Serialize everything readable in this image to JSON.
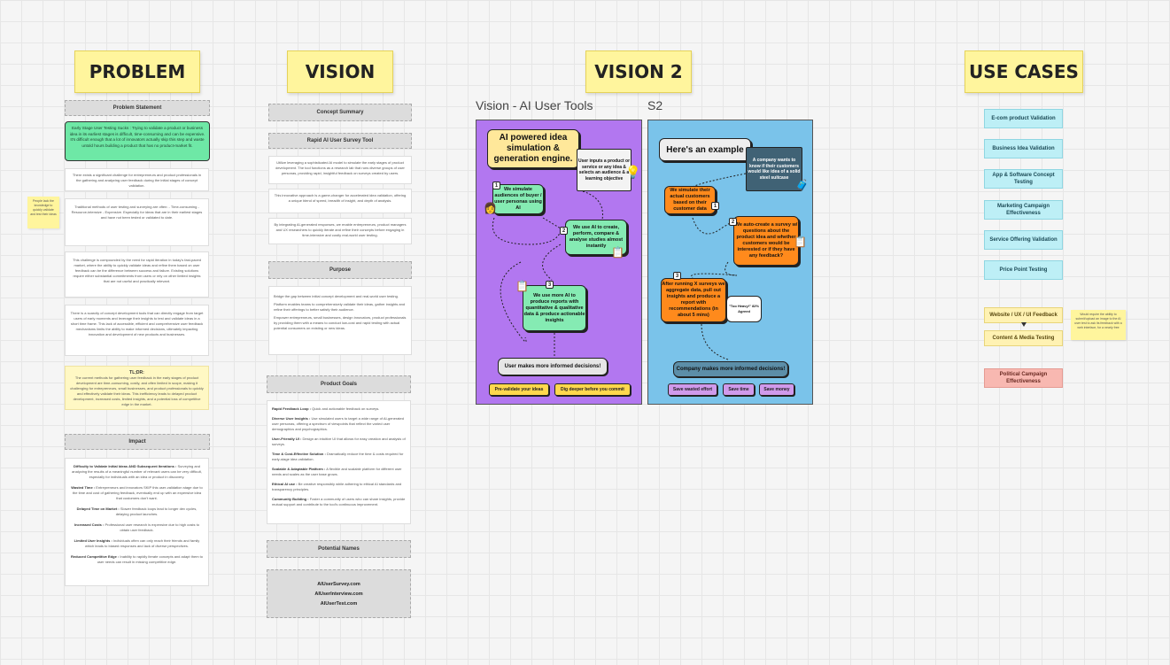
{
  "headers": {
    "problem": "PROBLEM",
    "vision": "VISION",
    "vision2": "VISION 2",
    "use_cases": "USE CASES"
  },
  "problem_col": {
    "section1": "Problem Statement",
    "green_card": "Early Stage User Testing Sucks : Trying to validate a product or business idea in its earliest stages is difficult, time-consuming and can be expensive. It's difficult enough that a lot of innovators actually skip this step and waste untold hours building a product that has no product-market fit.",
    "card1": "There exists a significant challenge for entrepreneurs and product professionals in the gathering and analyzing user feedback during the initial stages of concept validation.",
    "card2": "Traditional methods of user testing and surveying are often: - Time-consuming - Resource-intensive - Expensive. Especially for ideas that are in their earliest stages and have not been tested or validated to date.",
    "card3": "This challenge is compounded by the need for rapid iteration in today's fast-paced market, where the ability to quickly validate ideas and refine them based on user feedback can be the difference between success and failure. Existing solutions require either substantial commitments from users or rely on other limited insights that are not useful and practically relevant.",
    "card4": "There is a scarcity of concept development tools that can directly engage from target users of early moments and leverage their insights to test and validate ideas in a short time frame. This lack of accessible, efficient and comprehensive user feedback mechanisms limits the ability to make informed decisions, ultimately impacting innovation and development of new products and businesses.",
    "tldr_title": "TL;DR:",
    "tldr": "The current methods for gathering user feedback in the early stages of product development are time-consuming, costly, and often limited in scope, making it challenging for entrepreneurs, small businesses, and product professionals to quickly and effectively validate their ideas. This inefficiency leads to delayed product development, increased costs, limited insights, and a potential loss of competitive edge in the market.",
    "impact": "Impact",
    "impact_items": [
      {
        "k": "Difficulty to Validate Initial Ideas AND Subsequent Iterations :",
        "v": "Surveying and analyzing the results of a meaningful number of relevant users can be very difficult, especially for individuals with an idea or product in discovery."
      },
      {
        "k": "Wasted Time :",
        "v": "Entrepreneurs and innovators SKIP this user-validation stage due to the time and cost of gathering feedback, eventually end up with an expensive idea that customers don't want."
      },
      {
        "k": "Delayed Time on Market :",
        "v": "Slower feedback loops lead to longer dev cycles, delaying product launches."
      },
      {
        "k": "Increased Costs :",
        "v": "Professional user research is expensive due to high costs to obtain user feedback."
      },
      {
        "k": "Limited User Insights :",
        "v": "Individuals often can only reach their friends and family which leads to biased responses and lack of diverse perspectives."
      },
      {
        "k": "Reduced Competitive Edge :",
        "v": "Inability to rapidly iterate concepts and adapt them to user needs can result in missing competitive edge."
      }
    ],
    "side_sticky": "People lack the knowledge to quickly validate and test their ideas"
  },
  "vision_col": {
    "concept_summary": "Concept Summary",
    "rapid_title": "Rapid AI User Survey Tool",
    "rapid1": "Utilize leveraging a sophisticated AI model to simulate the early stages of product development. The tool functions as a research lab that runs diverse groups of user personas, providing rapid, insightful feedback on surveys created by users.",
    "rapid2": "This innovative approach is a game-changer for accelerated idea validation, offering a unique blend of speed, breadth of insight, and depth of analysis.",
    "rapid3": "By integrating AI-generated responses, we enable entrepreneurs, product managers and UX researchers to quickly iterate and refine their concepts before engaging in time-intensive and costly real-world user testing.",
    "purpose_title": "Purpose",
    "purpose1": "Bridge the gap between initial concept development and real-world user testing.",
    "purpose2": "Platform enables teams to comprehensively validate their ideas, gather insights and refine their offerings to better satisfy their audience.",
    "purpose3": "Empower entrepreneurs, small businesses, design innovators, product professionals by providing them with a means to conduct low-cost and rapid testing with actual potential consumers on existing or new ideas.",
    "goals_title": "Product Goals",
    "goals": [
      {
        "k": "Rapid Feedback Loop :",
        "v": "Quick and actionable feedback on surveys."
      },
      {
        "k": "Diverse User Insights :",
        "v": "Use simulated users to target a wide range of AI-generated user personas, offering a spectrum of viewpoints that reflect the varied user demographics and psychographics."
      },
      {
        "k": "User-Friendly UI :",
        "v": "Design an intuitive UI that allows for easy creation and analysis of surveys."
      },
      {
        "k": "Time & Cost-Effective Solution :",
        "v": "Dramatically reduce the time & costs required for early-stage idea validation."
      },
      {
        "k": "Scalable & Adaptable Platform :",
        "v": "A flexible and scalable platform for different user needs and scales as the user base grows."
      },
      {
        "k": "Ethical AI use :",
        "v": "Be creative responsibly while adhering to ethical AI standards and transparency principles."
      },
      {
        "k": "Community Building :",
        "v": "Foster a community of users who can share insights, provide mutual support and contribute to the tool's continuous improvement."
      }
    ],
    "names_title": "Potential Names",
    "names": [
      "AIUserSurvey.com",
      "AIUserInterview.com",
      "AIUserTest.com"
    ]
  },
  "vision2_col": {
    "frame1_title": "Vision - AI User Tools",
    "frame2_title": "S2",
    "p1": {
      "title": "AI powered idea simulation & generation engine.",
      "input": "User inputs a product or service or any idea & selects an audience & a learning objective",
      "step1": "We simulate audiences of buyer / user personas using AI",
      "step2": "We use AI to create, perform, compare & analyse studies almost instantly",
      "step3": "We use more AI to produce reports with quantitative & qualitative data & produce actionable insights",
      "outcome": "User makes more informed decisions!",
      "pills": [
        "Pre-validate your ideas",
        "Dig deeper before you commit"
      ]
    },
    "p2": {
      "title": "Here's an example",
      "company": "A company wants to know if their customers would like idea of a solid steel suitcase",
      "step1": "We simulate their actual customers based on their customer data",
      "step2": "We auto-create a survey w/ questions about the product idea and whether customers would be interested or if they have any feedback?",
      "step3": "After running X surveys we aggregate data, pull out insights and produce a report with recommendations (in about 5 mins)",
      "quote": "\"Too Heavy!\" 82% Agreed",
      "outcome": "Company makes more informed decisions!",
      "pills": [
        "Save wasted effort",
        "Save time",
        "Save money"
      ]
    }
  },
  "use_cases_col": {
    "items": [
      "E-com product Validation",
      "Business Idea Validation",
      "App & Software Concept Testing",
      "Marketing Campaign Effectiveness",
      "Service Offering Validation",
      "Price Point Testing"
    ],
    "yellow_items": [
      "Website / UX / UI Feedback",
      "Content & Media Testing"
    ],
    "red_item": "Political Campaign Effectiveness",
    "side_sticky": "Would require the ability to submit/upload an image to the AI user test to ask its feedback with a web interface, for a nearly free"
  },
  "colors": {
    "purple_poster": "#b277f0",
    "blue_poster": "#7ac3ea",
    "header_yellow": "#fff59d",
    "use_case_blue": "#bdeff6"
  }
}
